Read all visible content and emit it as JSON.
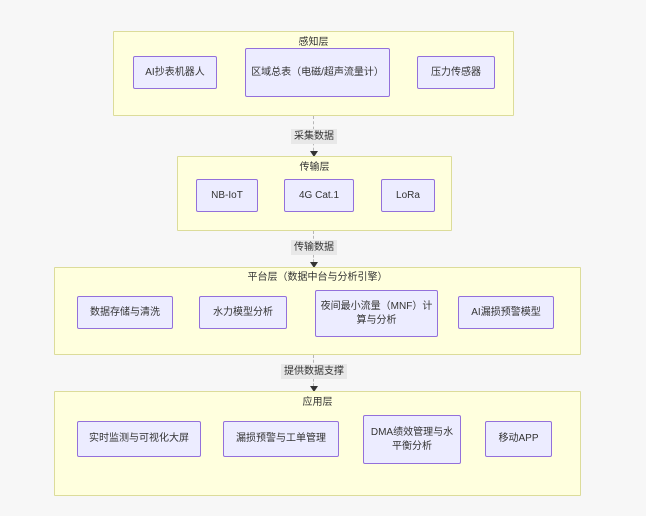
{
  "diagram": {
    "type": "flowchart",
    "direction": "top-to-bottom",
    "background_color": "#f7f7f7",
    "cluster_fill": "#ffffde",
    "cluster_stroke": "#dcdc9a",
    "node_fill": "#ececff",
    "node_stroke": "#9370db",
    "edge_stroke": "#b6b6b6"
  },
  "clusters": [
    {
      "id": "perception",
      "title": "感知层",
      "nodes": [
        {
          "id": "p1",
          "label": "AI抄表机器人"
        },
        {
          "id": "p2",
          "label": "区域总表（电磁/超声流量计）"
        },
        {
          "id": "p3",
          "label": "压力传感器"
        }
      ]
    },
    {
      "id": "transmission",
      "title": "传输层",
      "nodes": [
        {
          "id": "t1",
          "label": "NB-IoT"
        },
        {
          "id": "t2",
          "label": "4G Cat.1"
        },
        {
          "id": "t3",
          "label": "LoRa"
        }
      ]
    },
    {
      "id": "platform",
      "title": "平台层（数据中台与分析引擎）",
      "nodes": [
        {
          "id": "m1",
          "label": "数据存储与清洗"
        },
        {
          "id": "m2",
          "label": "水力模型分析"
        },
        {
          "id": "m3",
          "label": "夜间最小流量（MNF）计算与分析"
        },
        {
          "id": "m4",
          "label": "AI漏损预警模型"
        }
      ]
    },
    {
      "id": "application",
      "title": "应用层",
      "nodes": [
        {
          "id": "a1",
          "label": "实时监测与可视化大屏"
        },
        {
          "id": "a2",
          "label": "漏损预警与工单管理"
        },
        {
          "id": "a3",
          "label": "DMA绩效管理与水平衡分析"
        },
        {
          "id": "a4",
          "label": "移动APP"
        }
      ]
    }
  ],
  "edges": [
    {
      "id": "e1",
      "from": "perception",
      "to": "transmission",
      "label": "采集数据"
    },
    {
      "id": "e2",
      "from": "transmission",
      "to": "platform",
      "label": "传输数据"
    },
    {
      "id": "e3",
      "from": "platform",
      "to": "application",
      "label": "提供数据支撑"
    }
  ]
}
